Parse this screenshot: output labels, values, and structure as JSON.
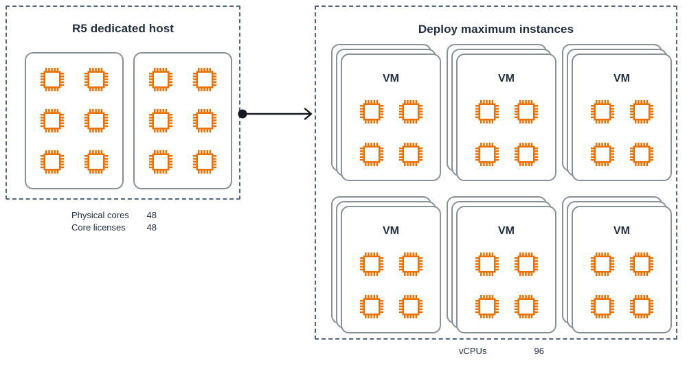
{
  "theme": {
    "cpu_orange": "#ED7100",
    "panel_dash": "#546780",
    "card_border": "#879196",
    "text_dark": "#232f3e",
    "arrow": "#16191f",
    "background": "#ffffff"
  },
  "host_panel": {
    "title": "R5 dedicated host",
    "sockets": [
      {
        "name": "socket-0",
        "cpu_count": 6
      },
      {
        "name": "socket-1",
        "cpu_count": 6
      }
    ],
    "metrics": [
      {
        "label": "Physical cores",
        "value": "48"
      },
      {
        "label": "Core licenses",
        "value": "48"
      }
    ]
  },
  "connector": {
    "icon": "arrow-right-icon",
    "start_marker": "filled-circle",
    "end_marker": "open-arrowhead"
  },
  "deploy_panel": {
    "title": "Deploy maximum instances",
    "vms": [
      {
        "label": "VM",
        "vcpu_icons": 4,
        "stack_depth": 3
      },
      {
        "label": "VM",
        "vcpu_icons": 4,
        "stack_depth": 3
      },
      {
        "label": "VM",
        "vcpu_icons": 4,
        "stack_depth": 3
      },
      {
        "label": "VM",
        "vcpu_icons": 4,
        "stack_depth": 3
      },
      {
        "label": "VM",
        "vcpu_icons": 4,
        "stack_depth": 3
      },
      {
        "label": "VM",
        "vcpu_icons": 4,
        "stack_depth": 3
      }
    ],
    "metrics": [
      {
        "label": "vCPUs",
        "value": "96"
      }
    ]
  },
  "icons": {
    "cpu": "cpu-chip-icon"
  }
}
